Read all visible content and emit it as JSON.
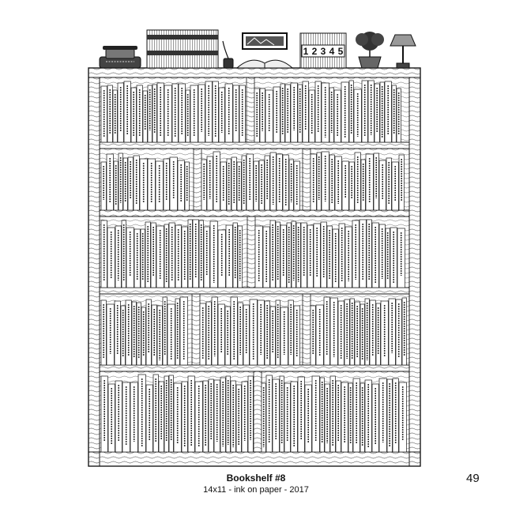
{
  "caption": {
    "title": "Bookshelf #8",
    "subtitle": "14x11 - ink on paper - 2017"
  },
  "page_number": "49",
  "shelf_top": {
    "counter_digits": [
      "1",
      "2",
      "3",
      "4",
      "5"
    ]
  },
  "colors": {
    "ink": "#1a1a1a",
    "paper": "#ffffff",
    "wood_grain": "#555555"
  }
}
